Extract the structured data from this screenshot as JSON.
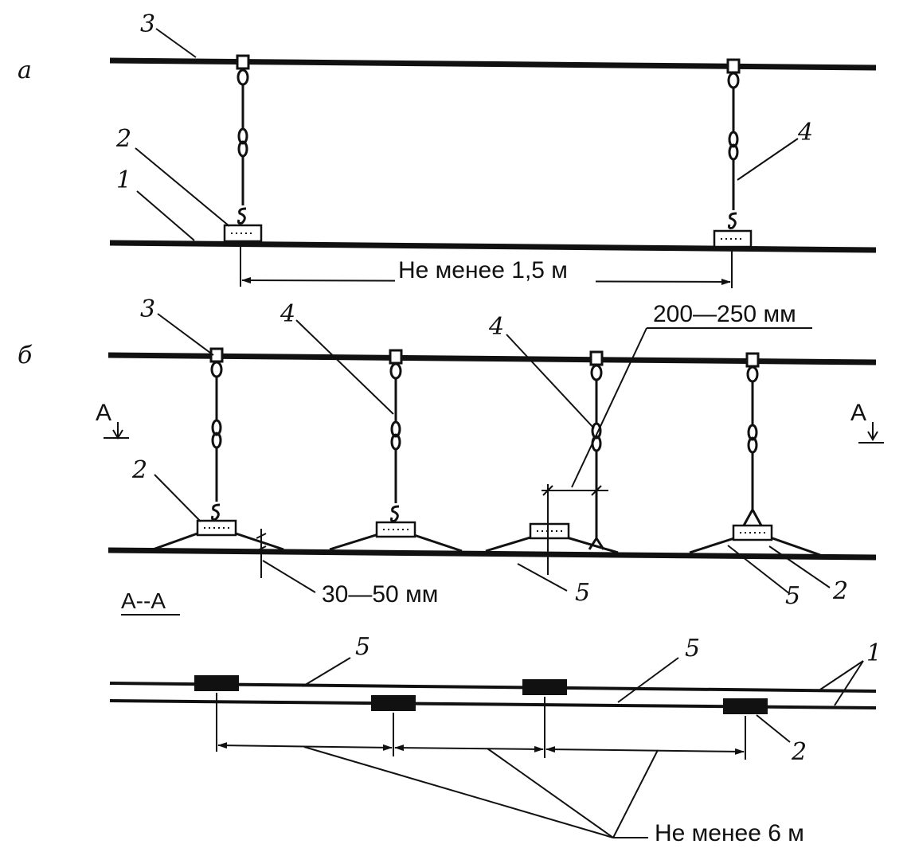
{
  "panel_a": {
    "letter": "а",
    "callouts": [
      "1",
      "2",
      "3",
      "4"
    ],
    "dimension": "Не менее 1,5 м"
  },
  "panel_b": {
    "letter": "б",
    "section_marks": [
      "А",
      "А"
    ],
    "callouts": [
      "3",
      "4",
      "4",
      "2",
      "5",
      "5",
      "2"
    ],
    "dim_spacer_offset": "200—250 мм",
    "dim_gap": "30—50 мм"
  },
  "section": {
    "title": "А--А",
    "callouts": [
      "5",
      "5",
      "1",
      "2"
    ],
    "dimension": "Не менее 6 м"
  }
}
